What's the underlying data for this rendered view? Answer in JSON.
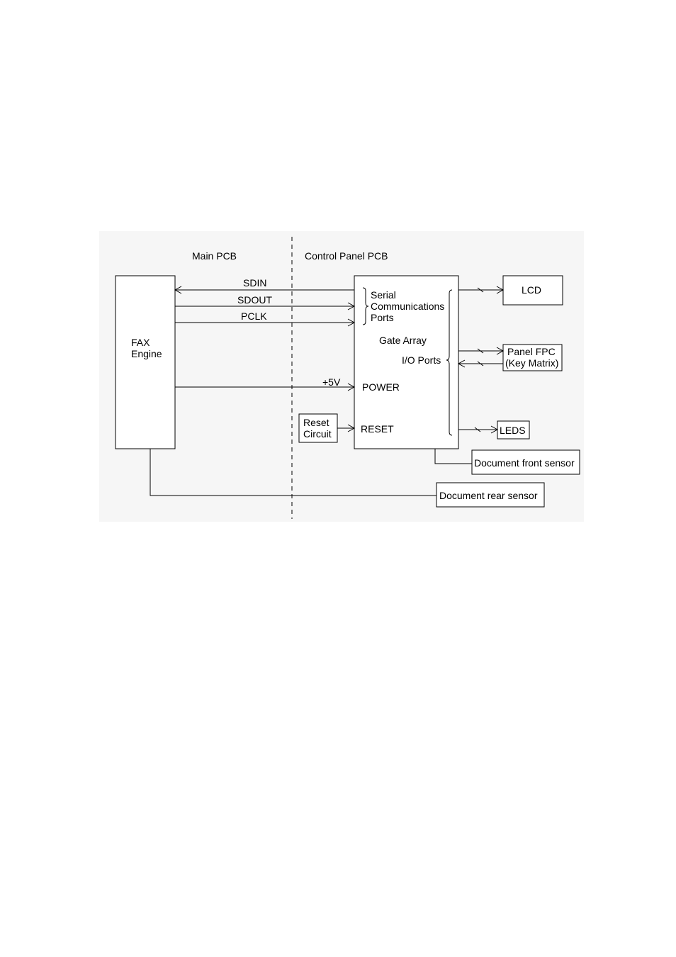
{
  "regions": {
    "main_pcb": "Main PCB",
    "control_panel_pcb": "Control Panel PCB"
  },
  "blocks": {
    "fax_engine": [
      "FAX",
      "Engine"
    ],
    "reset_circuit": [
      "Reset",
      "Circuit"
    ],
    "lcd": "LCD",
    "panel_fpc": [
      "Panel FPC",
      "(Key Matrix)"
    ],
    "leds": "LEDS",
    "front_sensor": "Document front sensor",
    "rear_sensor": "Document rear sensor"
  },
  "gate_array": {
    "serial_ports": [
      "Serial",
      "Communications",
      "Ports"
    ],
    "title": "Gate Array",
    "io_ports": "I/O Ports",
    "power": "POWER",
    "reset": "RESET"
  },
  "signals": {
    "sdin": "SDIN",
    "sdout": "SDOUT",
    "pclk": "PCLK",
    "plus5v": "+5V"
  },
  "colors": {
    "background_panel": "#f6f6f6",
    "line": "#000000"
  }
}
